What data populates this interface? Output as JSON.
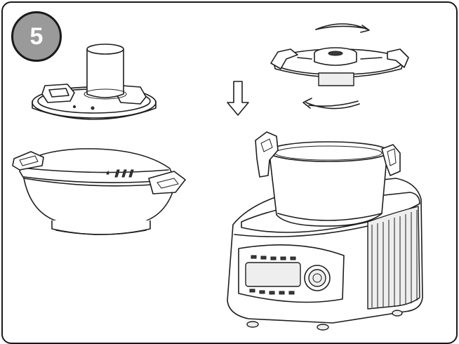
{
  "step": {
    "number": "5"
  },
  "colors": {
    "outline": "#1e1e1e",
    "badge_fill": "#9a9a9a",
    "background": "#ffffff"
  },
  "illustration": {
    "parts": [
      "steamer-tray-lid",
      "steamer-bowl",
      "cutting-blade-assembly",
      "rotation-arrows",
      "down-arrow",
      "food-processor-base"
    ]
  }
}
